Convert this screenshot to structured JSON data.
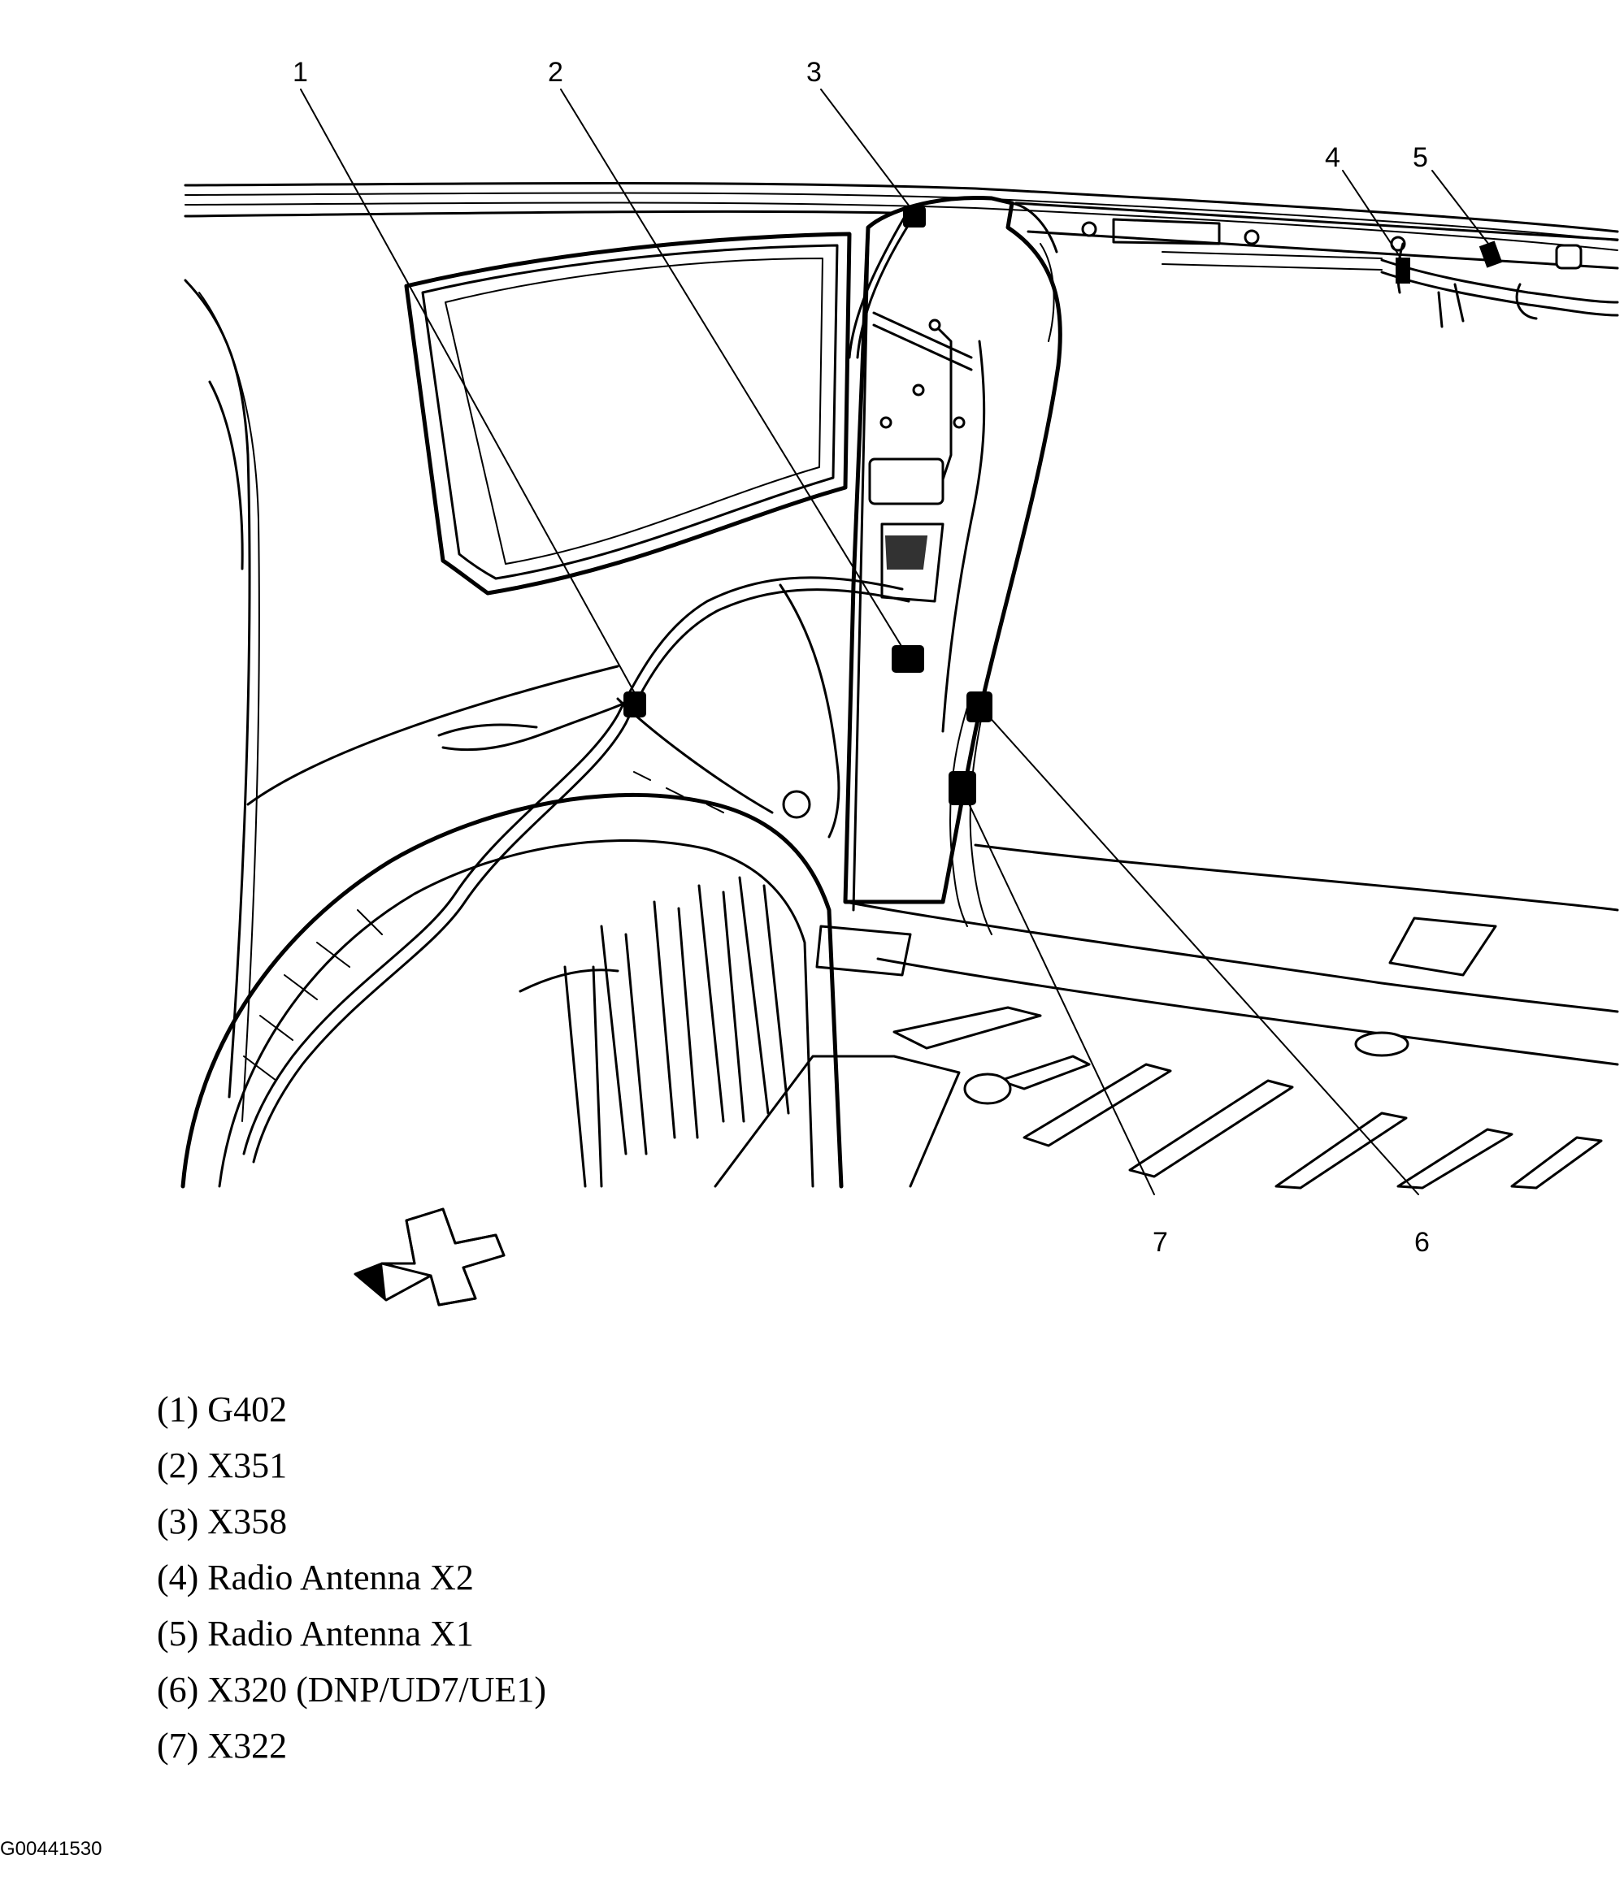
{
  "callouts": [
    "1",
    "2",
    "3",
    "4",
    "5",
    "6",
    "7"
  ],
  "legend": [
    "(1) G402",
    "(2) X351",
    "(3) X358",
    "(4) Radio Antenna X2",
    "(5) Radio Antenna X1",
    "(6) X320 (DNP/UD7/UE1)",
    "(7) X322"
  ],
  "figure_id": "G00441530",
  "icons": [
    "front-direction-arrow-icon"
  ]
}
